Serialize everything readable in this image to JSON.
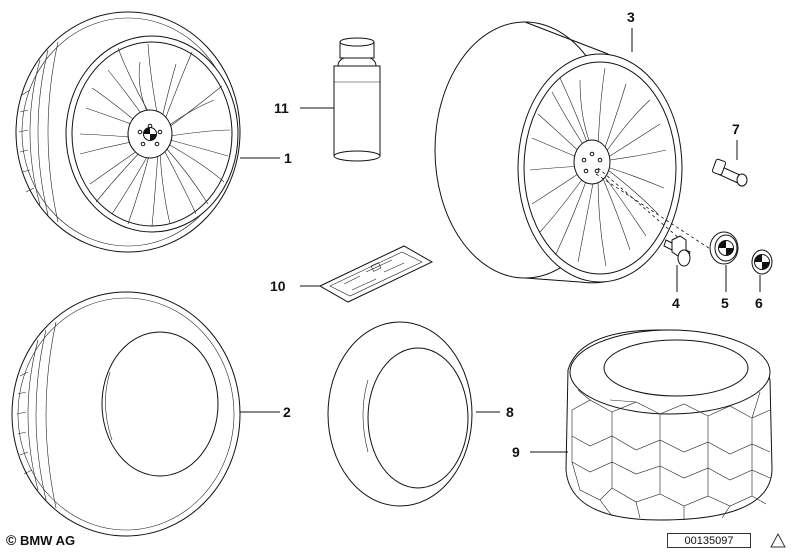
{
  "callouts": {
    "c1": "1",
    "c2": "2",
    "c3": "3",
    "c4": "4",
    "c5": "5",
    "c6": "6",
    "c7": "7",
    "c8": "8",
    "c9": "9",
    "c10": "10",
    "c11": "11"
  },
  "footer": {
    "copyright_symbol": "©",
    "copyright_text": "BMW AG",
    "doc_number": "00135097"
  },
  "icons": {
    "warning": "warning-triangle-icon",
    "logo": "bmw-roundel-icon"
  }
}
